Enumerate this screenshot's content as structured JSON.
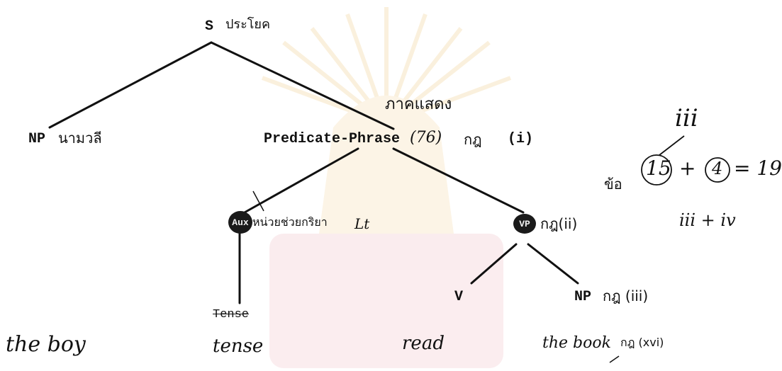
{
  "nodes": {
    "s": "S",
    "np_subject": "NP",
    "predicate_phrase": "Predicate-Phrase",
    "aux": "Aux",
    "vp": "VP",
    "v": "V",
    "np_object": "NP",
    "tense": "Tense"
  },
  "annotations": {
    "s_thai": "ประโยค",
    "np_thai": "นามวลี",
    "predicate_thai_top": "ภาคแสดง",
    "predicate_num": "(76)",
    "predicate_rule": "กฎ",
    "predicate_rule_num": "(i)",
    "aux_thai": "หน่วยช่วยกริยา",
    "aux_mark": "Lt",
    "vp_rule": "กฎ(ii)",
    "np_object_rule": "กฎ (iii)",
    "side_iii": "iii",
    "side_equation": "15 + 4 = 19",
    "side_n15": "15",
    "side_plus": "+",
    "side_n4": "4",
    "side_eq": "= 19",
    "side_thai": "ข้อ",
    "side_iii_iv": "iii + iv"
  },
  "terminals": {
    "the_boy": "the boy",
    "tense": "tense",
    "read": "read",
    "the_book": "the book",
    "the_book_rule": "กฎ (xvi)"
  }
}
